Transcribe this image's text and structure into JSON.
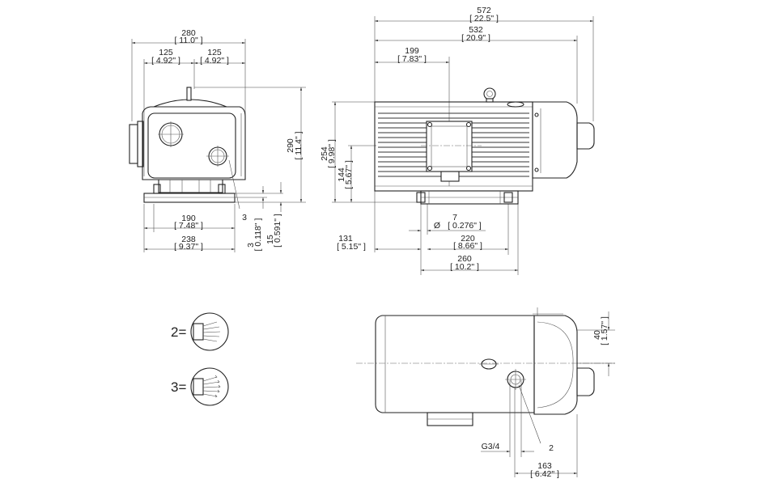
{
  "side_view": {
    "width_total": {
      "mm": "280",
      "in": "[ 11.0\" ]"
    },
    "left_half": {
      "mm": "125",
      "in": "[ 4.92\" ]"
    },
    "right_half": {
      "mm": "125",
      "in": "[ 4.92\" ]"
    },
    "height_total": {
      "mm": "290",
      "in": "[ 11.4\" ]"
    },
    "foot_inner": {
      "mm": "190",
      "in": "[ 7.48\" ]"
    },
    "foot_outer": {
      "mm": "238",
      "in": "[ 9.37\" ]"
    },
    "foot_plate": {
      "mm": "3",
      "in": "[ 0.118\" ]"
    },
    "foot_height": {
      "mm": "15",
      "in": "[ 0.591\" ]"
    },
    "callout": "3"
  },
  "front_view": {
    "length_total": {
      "mm": "572",
      "in": "[ 22.5\" ]"
    },
    "length_body": {
      "mm": "532",
      "in": "[ 20.9\" ]"
    },
    "eye_offset": {
      "mm": "199",
      "in": "[ 7.83\" ]"
    },
    "height_body": {
      "mm": "254",
      "in": "[ 9.98\" ]"
    },
    "axis_height": {
      "mm": "144",
      "in": "[ 5.67\" ]"
    },
    "hole_diameter": {
      "symbol": "Ø",
      "mm": "7",
      "in": "[ 0.276\" ]"
    },
    "foot_offset": {
      "mm": "131",
      "in": "[ 5.15\" ]"
    },
    "hole_spacing": {
      "mm": "220",
      "in": "[ 8.66\" ]"
    },
    "foot_length": {
      "mm": "260",
      "in": "[ 10.2\" ]"
    }
  },
  "top_view": {
    "side_offset": {
      "mm": "40",
      "in": "[ 1.57\" ]"
    },
    "port_thread": "G3/4",
    "callout": "2",
    "port_offset": {
      "mm": "163",
      "in": "[ 6.42\" ]"
    }
  },
  "legend": [
    {
      "label": "2="
    },
    {
      "label": "3="
    }
  ]
}
